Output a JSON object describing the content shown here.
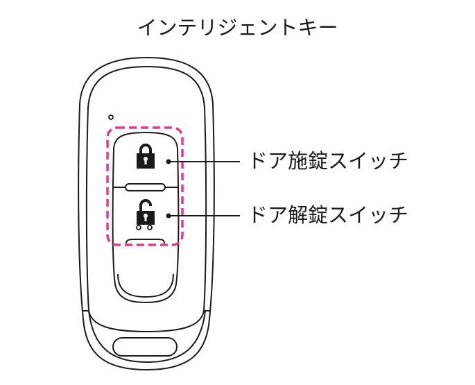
{
  "title": "インテリジェントキー",
  "labels": {
    "lock_switch": "ドア施錠スイッチ",
    "unlock_switch": "ドア解錠スイッチ"
  },
  "colors": {
    "highlight": "#e4398c",
    "line": "#1a1a1a"
  },
  "icons": {
    "lock": "lock-icon",
    "unlock": "unlock-icon"
  }
}
